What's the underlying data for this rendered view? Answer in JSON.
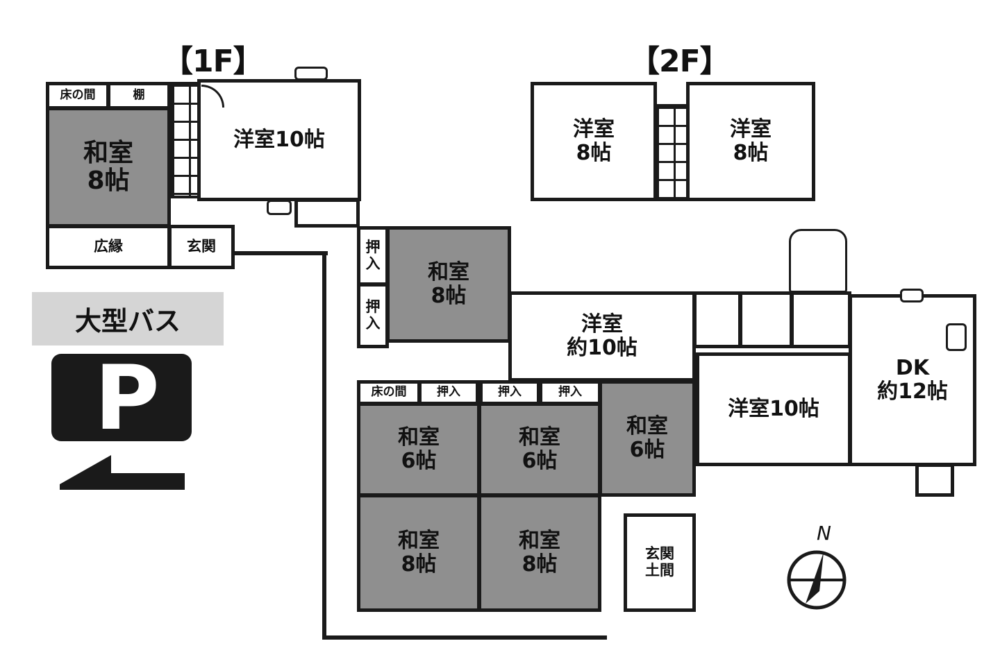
{
  "floors": {
    "first": "【1F】",
    "second": "【2F】"
  },
  "annex_1f": {
    "tokonoma": "床の間",
    "shelf": "棚",
    "washitsu": "和室\n8帖",
    "yoshitsu": "洋室10帖",
    "hiroen": "広縁",
    "genkan": "玄関"
  },
  "floor_2f": {
    "room_left": "洋室\n8帖",
    "room_right": "洋室\n8帖"
  },
  "main": {
    "oshiire_1": "押\n入",
    "oshiire_2": "押\n入",
    "washitsu_center": "和室\n8帖",
    "yoshitsu_mid": "洋室\n約10帖",
    "tokonoma": "床の間",
    "oshiire_3": "押入",
    "oshiire_4": "押入",
    "oshiire_5": "押入",
    "washitsu_a": "和室\n6帖",
    "washitsu_b": "和室\n6帖",
    "washitsu_c": "和室\n6帖",
    "washitsu_d": "和室\n8帖",
    "washitsu_e": "和室\n8帖",
    "genkan_doma": "玄関\n土間",
    "yoshitsu_right": "洋室10帖",
    "dk": "DK\n約12帖"
  },
  "legend": {
    "bus": "大型バス",
    "parking": "P",
    "north": "N"
  },
  "colors": {
    "tatami": "#8f8f8f",
    "wall": "#1a1a1a",
    "bus_label_bg": "#d5d5d5"
  }
}
